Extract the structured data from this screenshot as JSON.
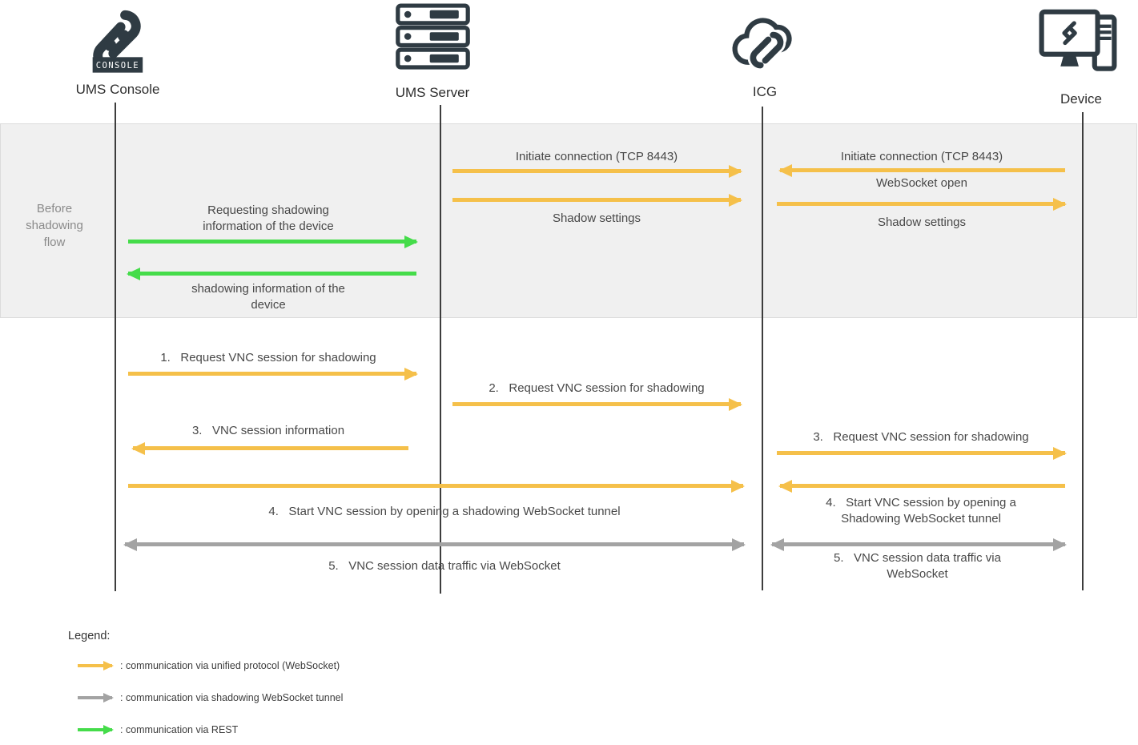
{
  "colors": {
    "unified_protocol_yellow": "#F5C04A",
    "shadow_tunnel_gray": "#A3A3A3",
    "rest_green": "#45DC4A",
    "icon_dark": "#2F3B43"
  },
  "actors": [
    {
      "label": "UMS Console",
      "icon": "ums-console-logo-icon"
    },
    {
      "label": "UMS Server",
      "icon": "server-rack-icon"
    },
    {
      "label": "ICG",
      "icon": "cloud-gateway-icon"
    },
    {
      "label": "Device",
      "icon": "device-workstation-icon"
    }
  ],
  "badge": {
    "console_text": "CONSOLE"
  },
  "band": {
    "label": "Before\nshadowing\nflow"
  },
  "messages": [
    {
      "label_above": "Initiate connection (TCP 8443)"
    },
    {
      "label_below": "Shadow settings"
    },
    {
      "label_above": "Initiate connection (TCP 8443)",
      "label_below": "WebSocket open"
    },
    {
      "label_below": "Shadow settings"
    },
    {
      "label_above": "Requesting shadowing\ninformation of the device"
    },
    {
      "label_below": "shadowing information of the\ndevice"
    },
    {
      "label_above": "1.   Request VNC session for shadowing"
    },
    {
      "label_above": "2.   Request VNC session for shadowing"
    },
    {
      "label_above": "3.   VNC session information"
    },
    {
      "label_above": "3.   Request VNC session for shadowing"
    },
    {
      "label_below": "4.   Start VNC session by opening a shadowing WebSocket tunnel"
    },
    {
      "label_below": "4.   Start VNC session by opening a\nShadowing WebSocket tunnel"
    },
    {
      "label_below": "5.   VNC session data traffic via WebSocket"
    },
    {
      "label_below": "5.   VNC session data traffic via\nWebSocket"
    }
  ],
  "legend": {
    "title": "Legend:",
    "items": [
      {
        "arrow": "yellow-arrow-icon",
        "label": ": communication via unified protocol (WebSocket)"
      },
      {
        "arrow": "gray-arrow-icon",
        "label": ": communication via shadowing WebSocket tunnel"
      },
      {
        "arrow": "green-arrow-icon",
        "label": ": communication via REST"
      }
    ]
  }
}
